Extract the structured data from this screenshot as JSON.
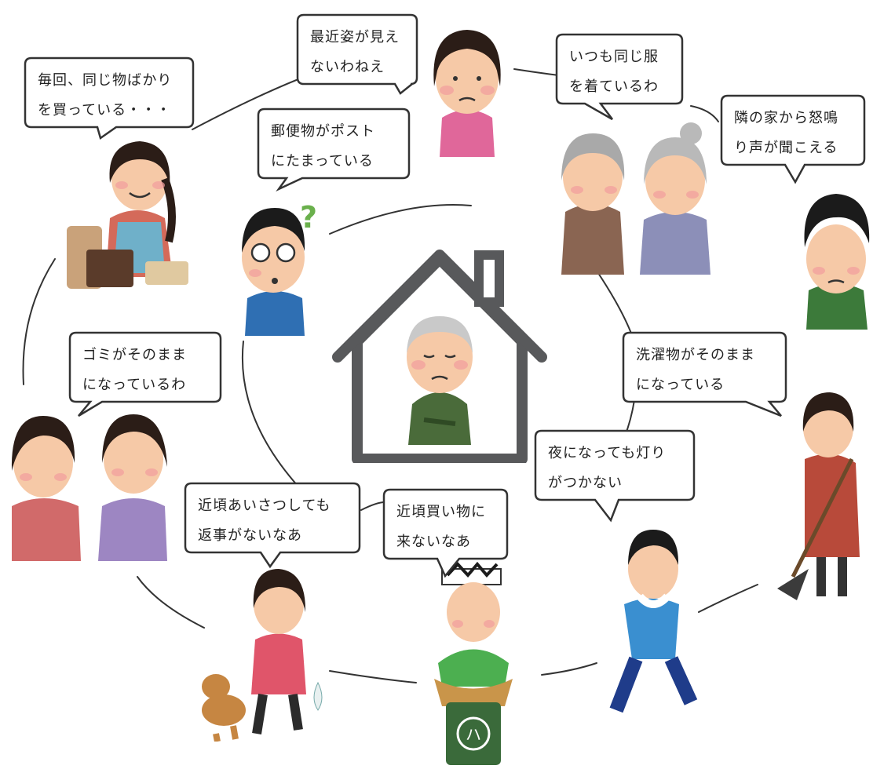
{
  "diagram": {
    "bubbles": {
      "b1": {
        "line1": "毎回、同じ物ばかり",
        "line2": "を買っている・・・"
      },
      "b2": {
        "line1": "最近姿が見え",
        "line2": "ないわねえ"
      },
      "b3": {
        "line1": "いつも同じ服",
        "line2": "を着ているわ"
      },
      "b4": {
        "line1": "隣の家から怒鳴",
        "line2": "り声が聞こえる"
      },
      "b5": {
        "line1": "郵便物がポスト",
        "line2": "にたまっている"
      },
      "b6": {
        "line1": "ゴミがそのまま",
        "line2": "になっているわ"
      },
      "b7": {
        "line1": "洗濯物がそのまま",
        "line2": "になっている"
      },
      "b8": {
        "line1": "夜になっても灯り",
        "line2": "がつかない"
      },
      "b9": {
        "line1": "近頃あいさつしても",
        "line2": "返事がないなあ"
      },
      "b10": {
        "line1": "近頃買い物に",
        "line2": "来ないなあ"
      }
    },
    "shop_apron_mark": "ハ",
    "question_mark": "?"
  }
}
